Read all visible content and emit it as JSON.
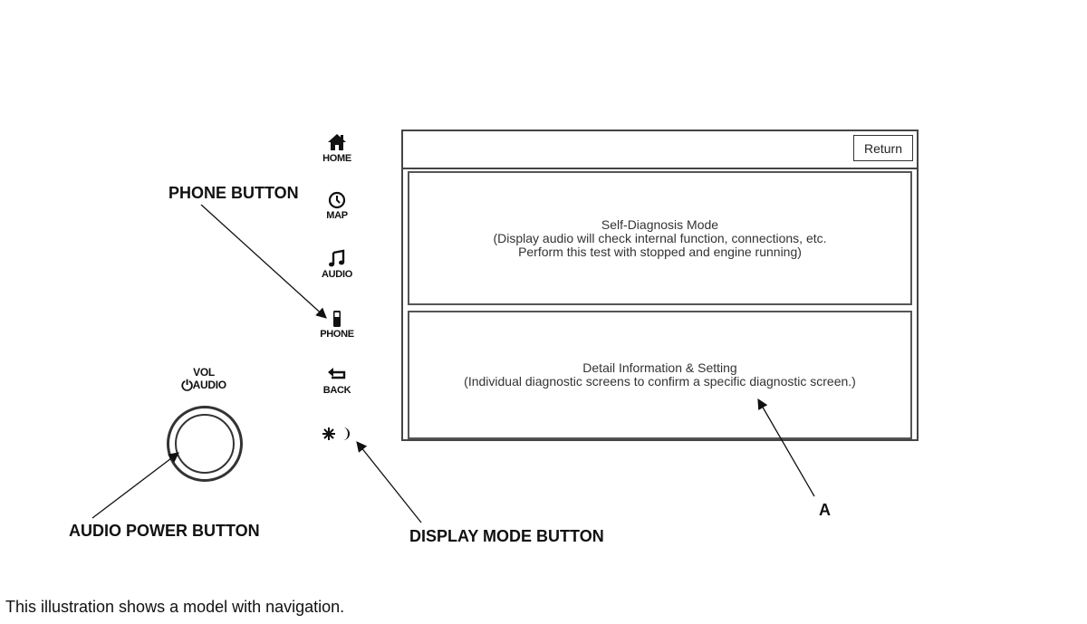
{
  "hard_buttons": [
    {
      "id": "home",
      "label": "HOME",
      "icon": "home-icon"
    },
    {
      "id": "map",
      "label": "MAP",
      "icon": "map-icon"
    },
    {
      "id": "audio",
      "label": "AUDIO",
      "icon": "music-note-icon"
    },
    {
      "id": "phone",
      "label": "PHONE",
      "icon": "phone-icon"
    },
    {
      "id": "back",
      "label": "BACK",
      "icon": "back-arrow-icon"
    },
    {
      "id": "display_mode",
      "label": "",
      "icon": "sun-moon-icon"
    }
  ],
  "knob": {
    "line1": "VOL",
    "line2": "AUDIO"
  },
  "screen": {
    "return_label": "Return",
    "panel1": {
      "title": "Self-Diagnosis Mode",
      "line2": "(Display audio will check internal function, connections, etc.",
      "line3": "Perform this test with stopped and engine running)"
    },
    "panel2": {
      "title": "Detail Information & Setting",
      "line2": "(Individual diagnostic screens to confirm a specific diagnostic screen.)"
    }
  },
  "callouts": {
    "phone_button": "PHONE BUTTON",
    "audio_power_button": "AUDIO POWER BUTTON",
    "display_mode_button": "DISPLAY MODE BUTTON",
    "a": "A"
  },
  "footnote": "This illustration shows a model with navigation."
}
